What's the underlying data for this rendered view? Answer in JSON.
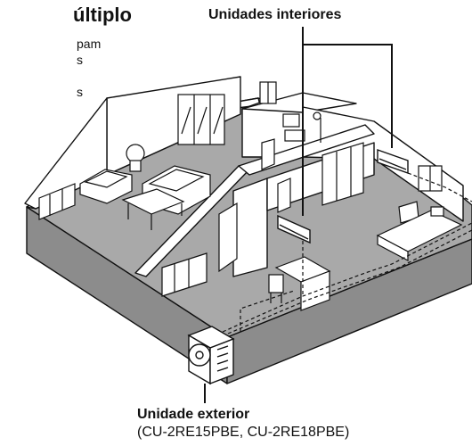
{
  "header": {
    "title": "últiplo",
    "side_lines": [
      "pam",
      "s",
      "",
      "s"
    ]
  },
  "labels": {
    "indoor_units": "Unidades interiores",
    "outdoor_unit": "Unidade exterior",
    "outdoor_models": "(CU-2RE15PBE, CU-2RE18PBE)"
  },
  "colors": {
    "floor": "#a9a9a9",
    "wall_top": "#ffffff",
    "wall_side": "#8c8c8c",
    "line": "#111111"
  }
}
